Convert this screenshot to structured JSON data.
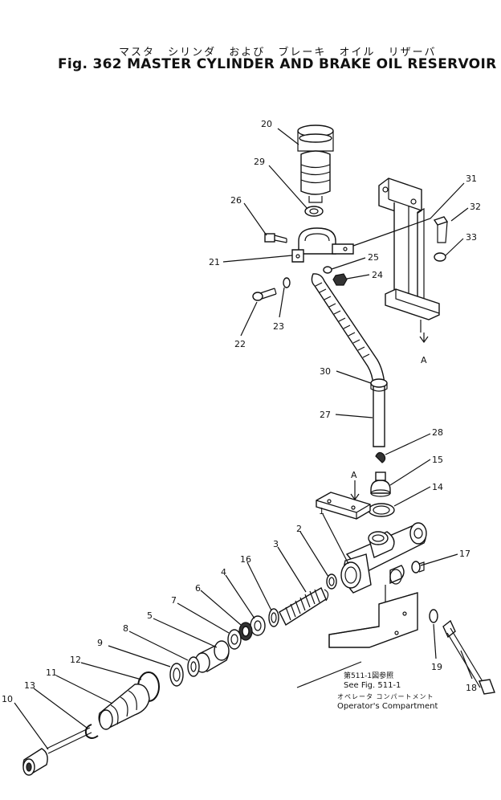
{
  "title": {
    "japanese": "マスタ シリンダ および ブレーキ オイル リザーバ",
    "english": "Fig. 362 MASTER CYLINDER AND BRAKE OIL RESERVOIR"
  },
  "callouts": [
    "20",
    "29",
    "31",
    "26",
    "32",
    "33",
    "21",
    "25",
    "24",
    "22",
    "23",
    "30",
    "A",
    "27",
    "28",
    "A",
    "15",
    "14",
    "1",
    "2",
    "3",
    "17",
    "16",
    "4",
    "6",
    "7",
    "5",
    "8",
    "9",
    "12",
    "11",
    "19",
    "13",
    "18",
    "10"
  ],
  "note": {
    "ref_jp": "第511-1図参照",
    "ref_en": "See Fig. 511-1",
    "comp_jp": "オペレータ コンパートメント",
    "comp_en": "Operator's Compartment"
  }
}
